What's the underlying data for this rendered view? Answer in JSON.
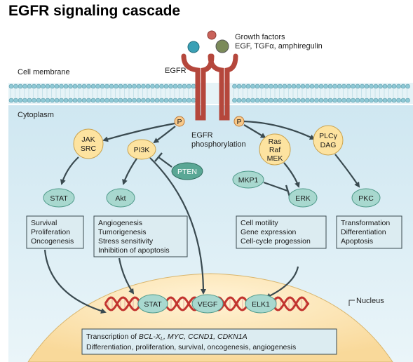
{
  "title": "EGFR signaling cascade",
  "growth_factors": {
    "line1": "Growth factors",
    "line2": "EGF, TGFα, amphiregulin"
  },
  "egfr_label": "EGFR",
  "cell_membrane_label": "Cell membrane",
  "cytoplasm_label": "Cytoplasm",
  "phospho_label": "P",
  "egfr_phosphorylation": {
    "line1": "EGFR",
    "line2": "phosphorylation"
  },
  "nodes": {
    "jak": "JAK",
    "src": "SRC",
    "pi3k": "PI3K",
    "pten": "PTEN",
    "ras": "Ras",
    "raf": "Raf",
    "mek": "MEK",
    "plc": "PLCγ",
    "dag": "DAG",
    "mkp1": "MKP1",
    "stat": "STAT",
    "akt": "Akt",
    "erk": "ERK",
    "pkc": "PKC"
  },
  "boxes": {
    "stat_outcomes": [
      "Survival",
      "Proliferation",
      "Oncogenesis"
    ],
    "akt_outcomes": [
      "Angiogenesis",
      "Tumorigenesis",
      "Stress sensitivity",
      "Inhibition of apoptosis"
    ],
    "erk_outcomes": [
      "Cell motility",
      "Gene expression",
      "Cell-cycle progession"
    ],
    "pkc_outcomes": [
      "Transformation",
      "Differentiation",
      "Apoptosis"
    ]
  },
  "nucleus_label": "Nucleus",
  "nuclear_factors": [
    "STAT",
    "VEGF",
    "ELK1"
  ],
  "transcription": {
    "prefix": "Transcription of ",
    "genes": "BCL-X",
    "genes_sub": "L",
    "genes_rest": ", MYC, CCND1, CDKN1A",
    "line2": "Differentiation, proliferation, survival, oncogenesis, angiogenesis"
  },
  "colors": {
    "cytoplasm": "#d7ecf4",
    "membrane": "#8fc9d6",
    "receptor": "#b5473c",
    "node_yellow": "#fde3a0",
    "node_teal": "#a8d8cf",
    "pten_green": "#5aa795",
    "box_fill": "#dcecf1",
    "nucleus": "#fde6b6",
    "dna": "#c2342f"
  }
}
